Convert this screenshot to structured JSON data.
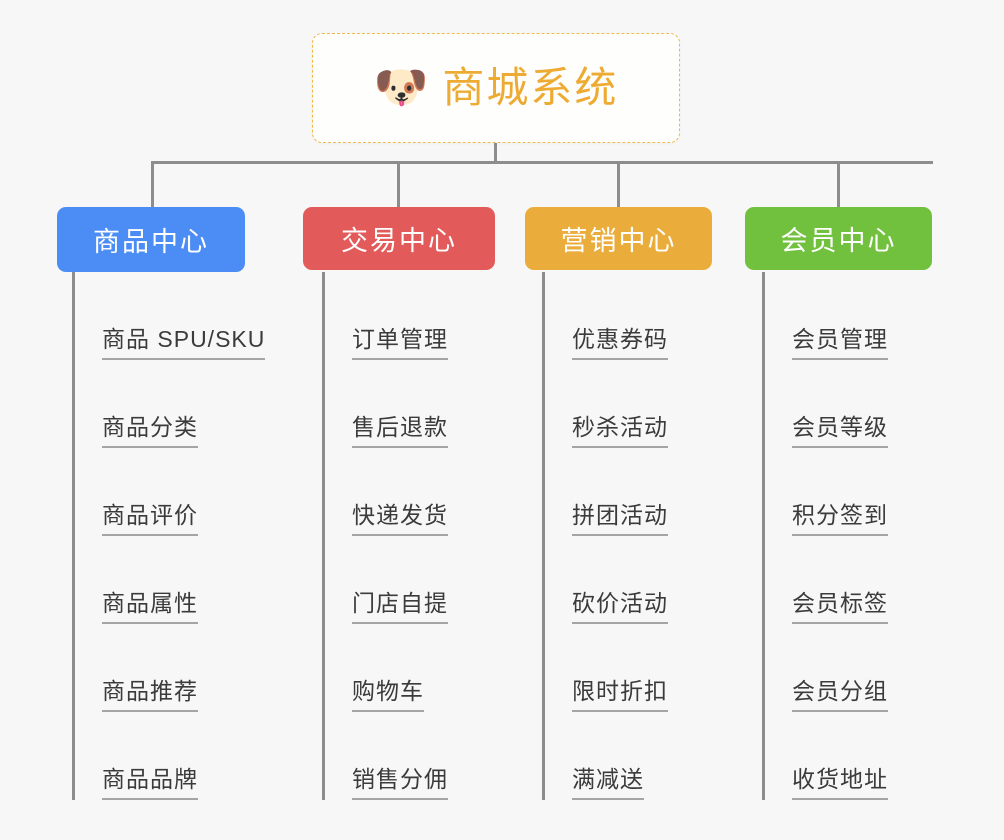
{
  "root": {
    "icon": "dog-face-icon",
    "icon_glyph": "🐶",
    "title": "商城系统",
    "accent_color": "#eeab34",
    "border_color": "#f0b94a"
  },
  "canvas": {
    "background_color": "#f7f7f7",
    "connector_color": "#8d8d8d",
    "leaf_text_color": "#3b3b3b",
    "leaf_underline_color": "#a5a5a5"
  },
  "branches": [
    {
      "id": "product-center",
      "label": "商品中心",
      "color": "#4c8cf5",
      "items": [
        "商品 SPU/SKU",
        "商品分类",
        "商品评价",
        "商品属性",
        "商品推荐",
        "商品品牌"
      ]
    },
    {
      "id": "trade-center",
      "label": "交易中心",
      "color": "#e25a5a",
      "items": [
        "订单管理",
        "售后退款",
        "快递发货",
        "门店自提",
        "购物车",
        "销售分佣"
      ]
    },
    {
      "id": "marketing-center",
      "label": "营销中心",
      "color": "#eaad3b",
      "items": [
        "优惠券码",
        "秒杀活动",
        "拼团活动",
        "砍价活动",
        "限时折扣",
        "满减送"
      ]
    },
    {
      "id": "member-center",
      "label": "会员中心",
      "color": "#72c13e",
      "items": [
        "会员管理",
        "会员等级",
        "积分签到",
        "会员标签",
        "会员分组",
        "收货地址"
      ]
    }
  ]
}
